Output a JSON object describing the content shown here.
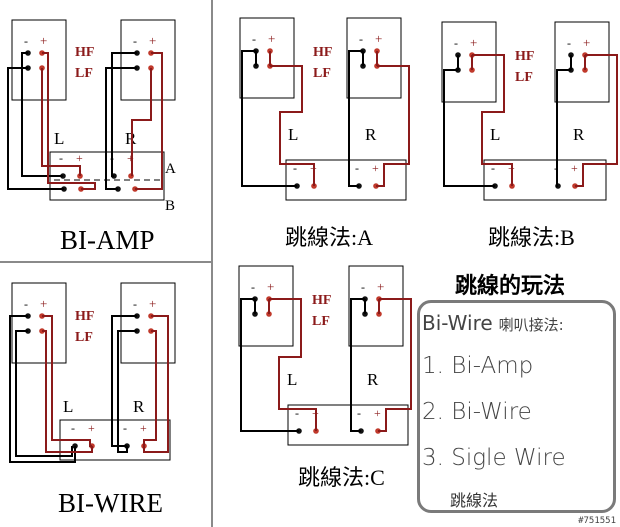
{
  "labels": {
    "plus": "+",
    "minus": "-",
    "hf": "HF",
    "lf": "LF",
    "left": "L",
    "right": "R",
    "a": "A",
    "b": "B"
  },
  "panels": {
    "biamp": {
      "caption": "BI-AMP"
    },
    "biwire": {
      "caption": "BI-WIRE"
    },
    "jumperA": {
      "caption": "跳線法:A"
    },
    "jumperB": {
      "caption": "跳線法:B"
    },
    "jumperC": {
      "caption": "跳線法:C"
    }
  },
  "title": "跳線的玩法",
  "legend": {
    "heading": "Bi-Wire",
    "heading_sub": "喇叭接法:",
    "items": [
      "1. Bi-Amp",
      "2. Bi-Wire",
      "3. Sigle Wire"
    ],
    "footer": "跳線法"
  },
  "watermark": "#751551",
  "colors": {
    "wire_black": "#000000",
    "wire_red": "#8b1a1a",
    "label_red": "#8b1a1a",
    "terminal_red": "#c0392b",
    "divider": "#8a8a8a"
  }
}
